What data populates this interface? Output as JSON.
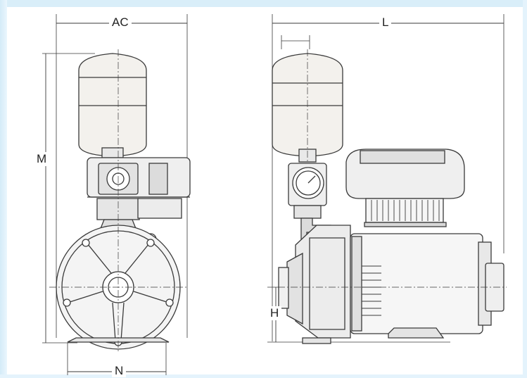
{
  "dimensions": {
    "ac": "AC",
    "l": "L",
    "m": "M",
    "n": "N",
    "h": "H"
  },
  "colors": {
    "line": "#3a3a3a",
    "tank_fill": "#f3f1ed",
    "body_fill": "#e9e9e9",
    "frame": "#d9eef9"
  }
}
